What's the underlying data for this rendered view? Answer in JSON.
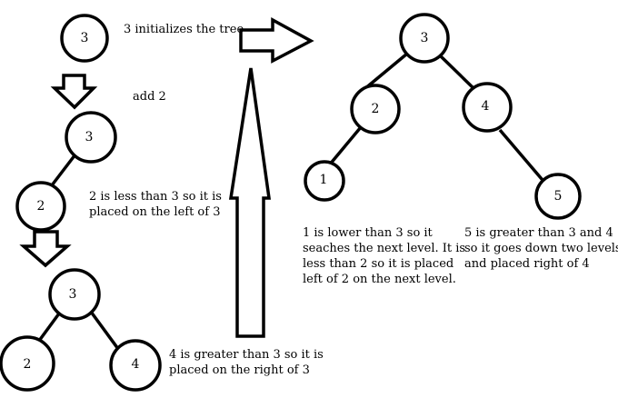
{
  "nodes": {
    "s1_root": "3",
    "s2_root": "3",
    "s2_left": "2",
    "s3_root": "3",
    "s3_left": "2",
    "s3_right": "4",
    "final_root": "3",
    "final_left": "2",
    "final_right": "4",
    "final_left_left": "1",
    "final_right_right": "5"
  },
  "captions": {
    "init": [
      "3 initializes the tree"
    ],
    "add2": [
      "add 2"
    ],
    "left_of_3": [
      "2 is less than 3 so it is",
      "placed on the left of 3"
    ],
    "right_of_3": [
      "4 is greater than 3 so it is",
      "placed on the right of 3"
    ],
    "one": [
      "1 is lower than 3 so it",
      "seaches the next level. It is",
      "less than 2 so it is placed",
      "left of 2 on the next level."
    ],
    "five": [
      "5 is greater than 3 and 4",
      "so it goes down two levels",
      "and placed right of 4"
    ]
  }
}
